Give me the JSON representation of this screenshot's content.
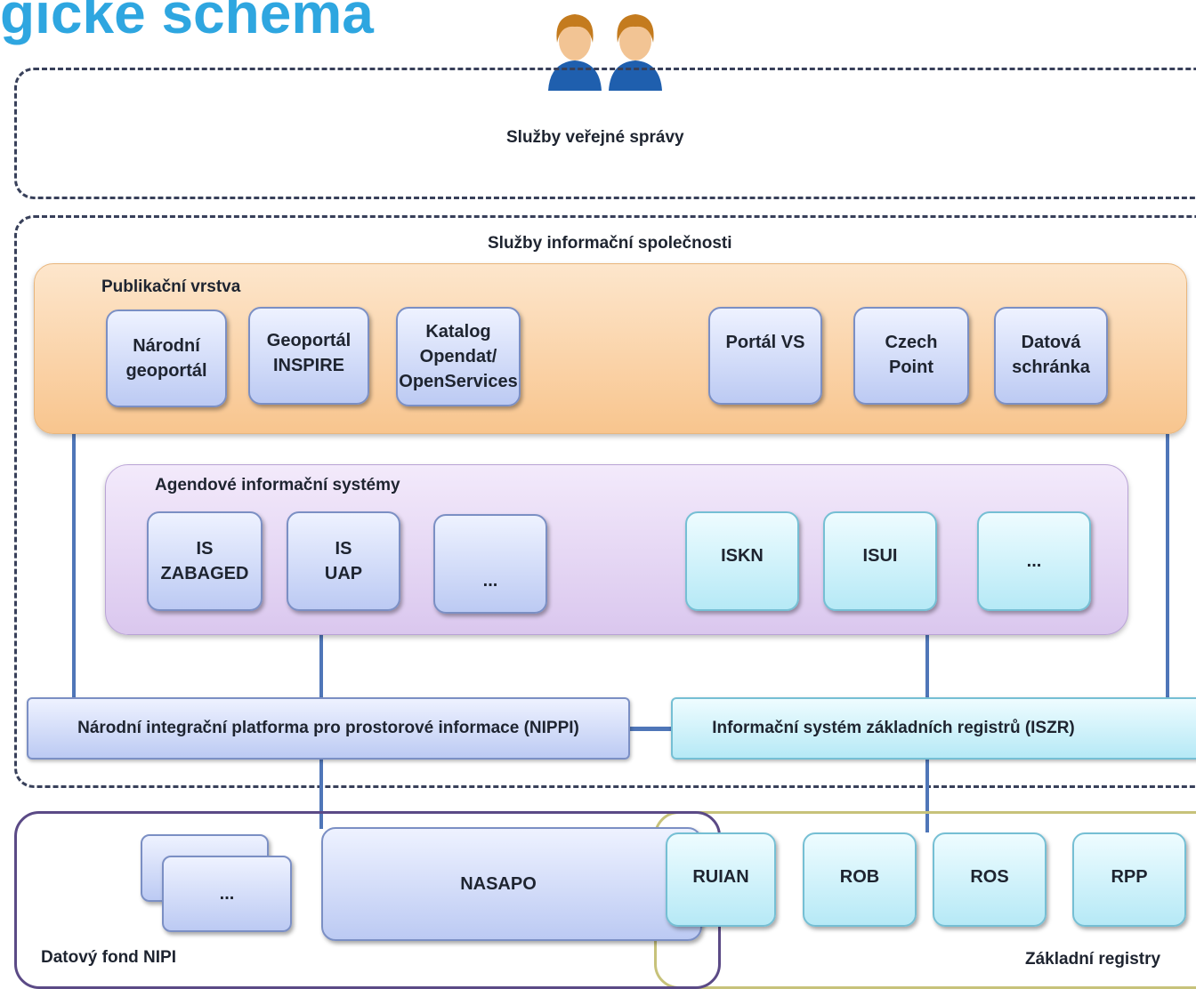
{
  "title": "gické schéma",
  "top_zone_label": "Služby veřejné správy",
  "info_zone_label": "Služby informační společnosti",
  "publication_layer": {
    "label": "Publikační vrstva",
    "items": [
      "Národní\ngeoportál",
      "Geoportál\nINSPIRE",
      "Katalog\nOpendat/\nOpenServices",
      "Portál VS",
      "Czech\nPoint",
      "Datová\nschránka"
    ]
  },
  "agenda_systems": {
    "label": "Agendové informační systémy",
    "items": [
      "IS\nZABAGED",
      "IS\nUAP",
      "...",
      "ISKN",
      "ISUI",
      "..."
    ]
  },
  "platforms": {
    "nippi": "Národní integrační platforma pro prostorové informace (NIPPI)",
    "iszr": "Informační systém základních registrů (ISZR)"
  },
  "data_fund": {
    "label": "Datový fond NIPI",
    "stack_item": "...",
    "nasapo": "NASAPO"
  },
  "base_registers": {
    "label": "Základní registry",
    "items": [
      "RUIAN",
      "ROB",
      "ROS",
      "RPP"
    ]
  },
  "colors": {
    "title": "#2ea6e0",
    "publication_layer": "#f8c58e",
    "agenda_layer": "#dac7ee",
    "blue_box": "#bccaf3",
    "cyan_box": "#b6e9f6",
    "connector": "#4f76b8",
    "data_fund_border": "#5b4a86",
    "registers_border": "#c7c27a"
  },
  "icons": [
    "users-icon"
  ]
}
